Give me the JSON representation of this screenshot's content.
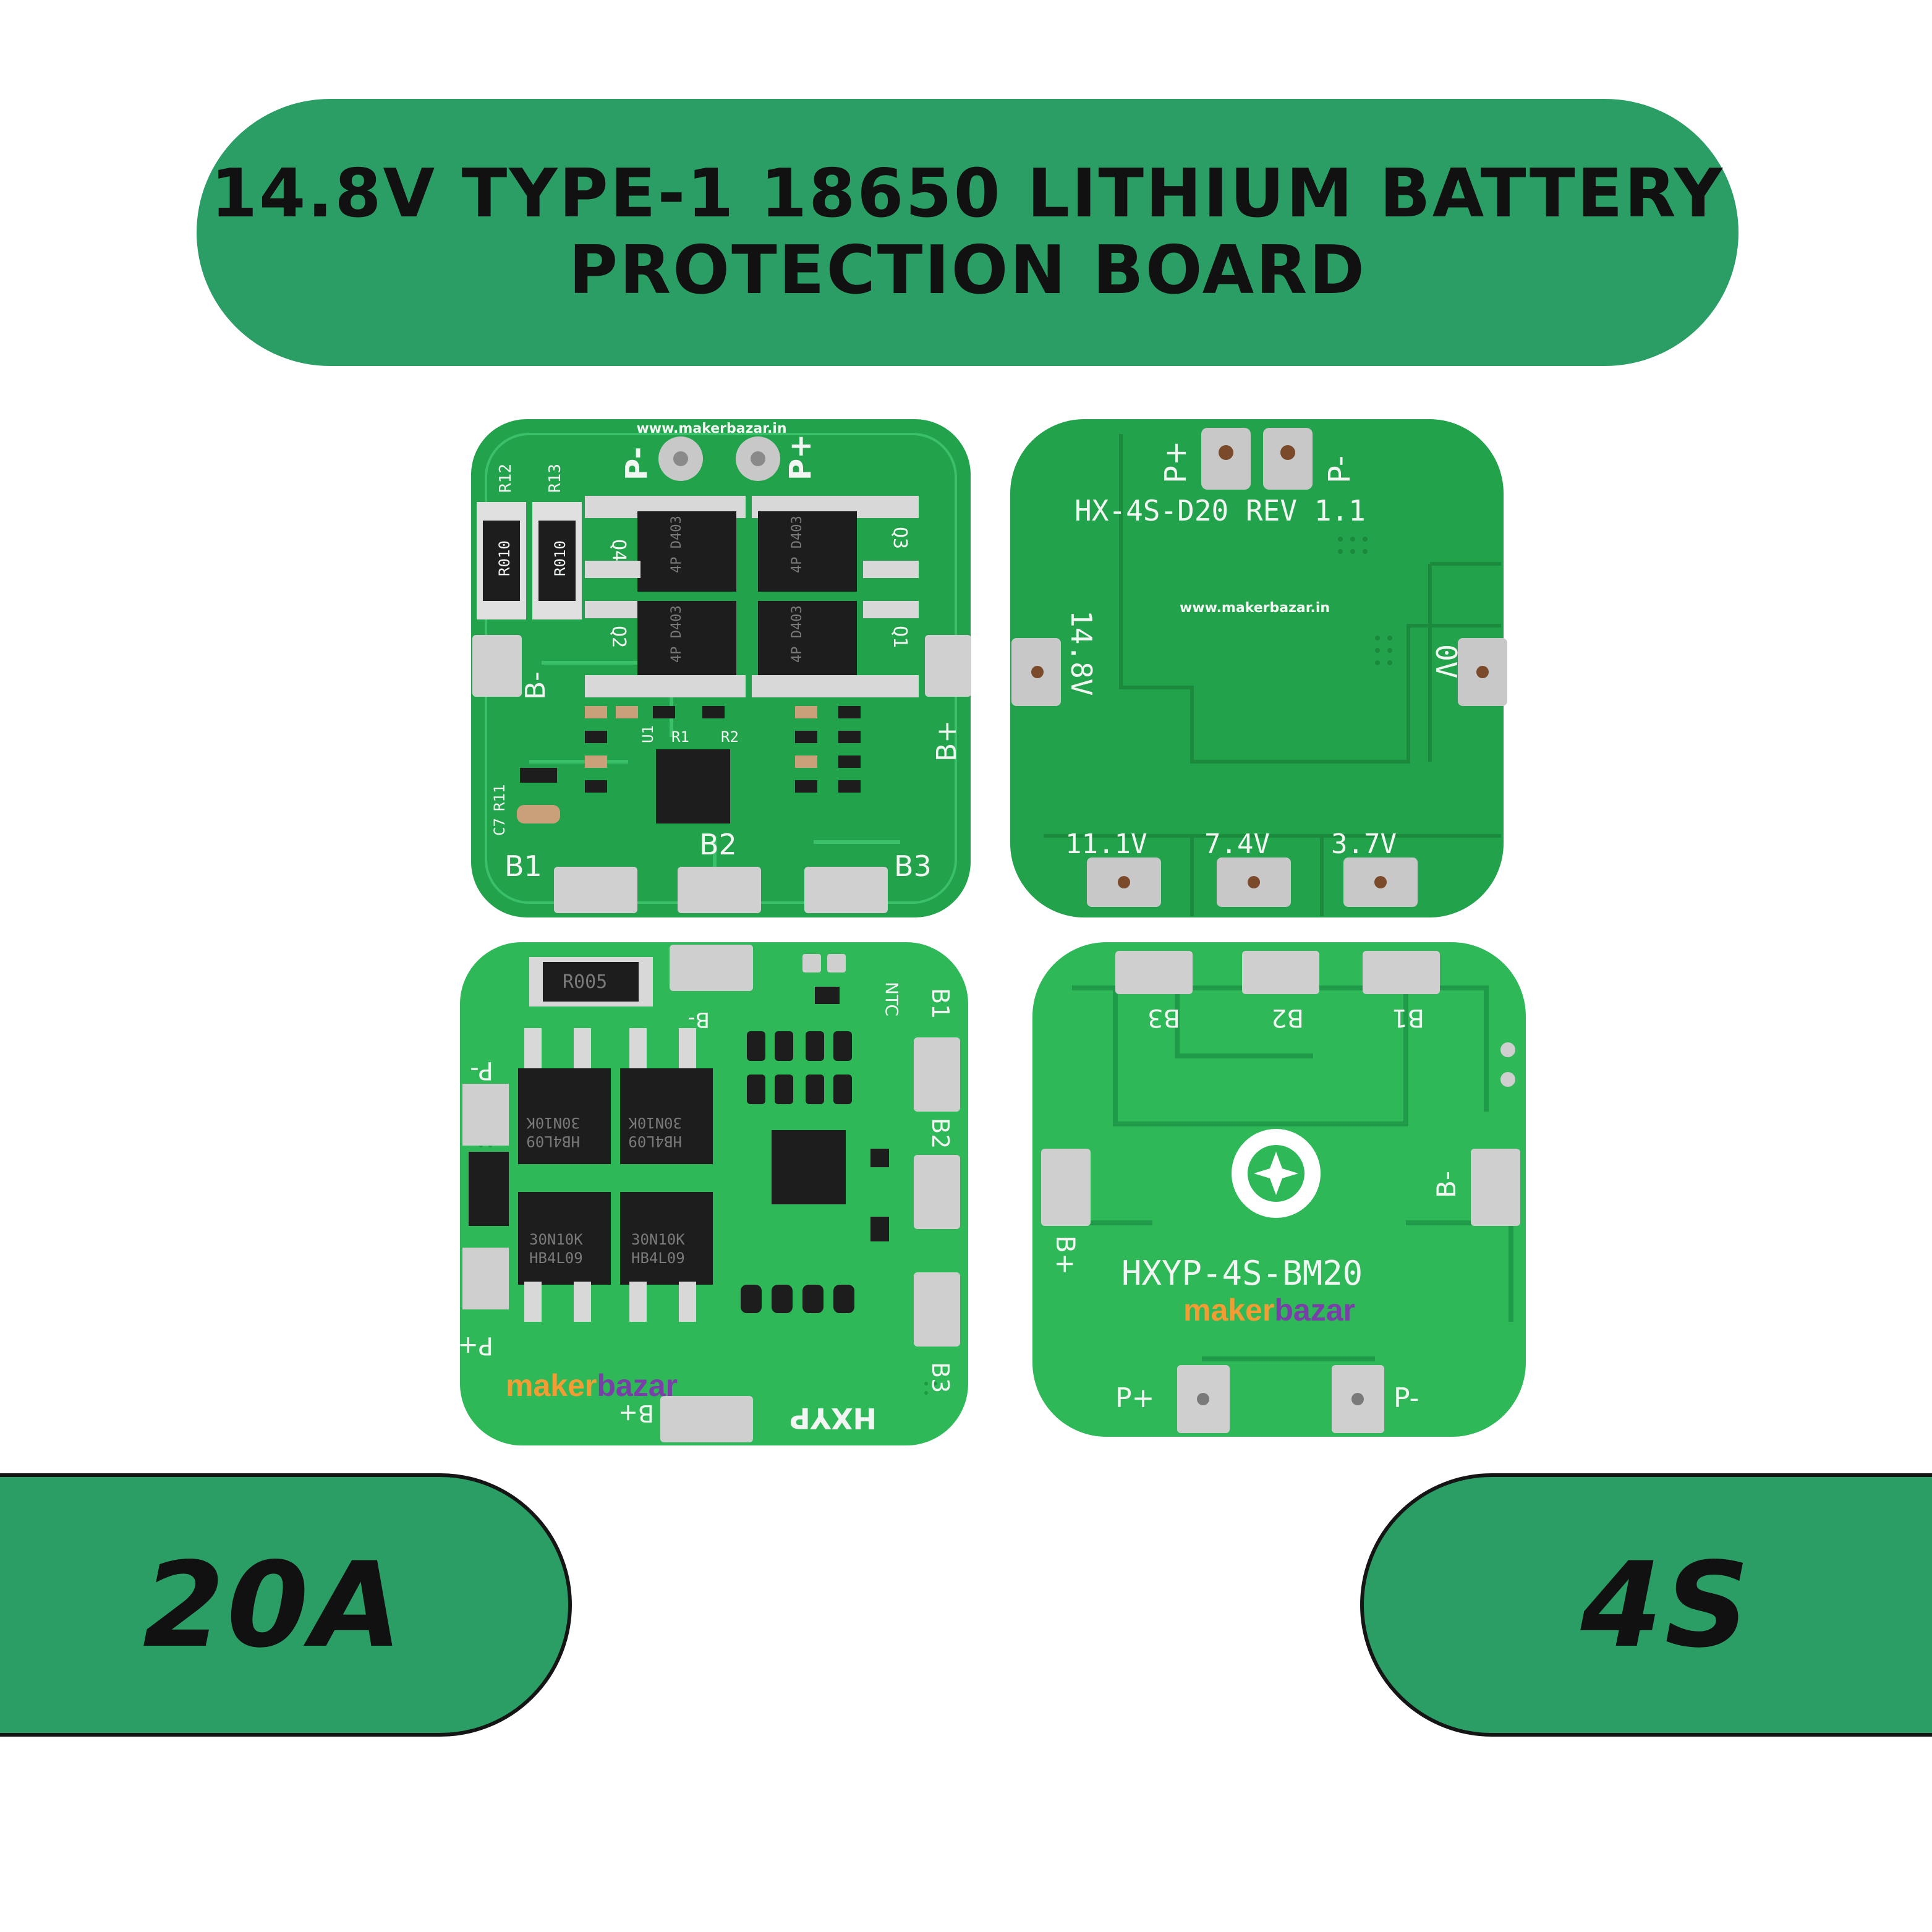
{
  "header": {
    "title_line1": "14.8V TYPE-1 18650 LITHIUM BATTERY",
    "title_line2": "PROTECTION BOARD"
  },
  "badges": {
    "current": "20A",
    "cells": "4S"
  },
  "boards": {
    "top_left": {
      "watermark": "www.makerbazar.in",
      "labels": {
        "p_minus": "P-",
        "p_plus": "P+",
        "r12": "R12",
        "r13": "R13",
        "r010a": "R010",
        "r010b": "R010",
        "q4": "Q4",
        "q3": "Q3",
        "q2": "Q2",
        "q1": "Q1",
        "b_minus": "B-",
        "b_plus": "B+",
        "b1": "B1",
        "b2": "B2",
        "b3": "B3",
        "r11": "R11",
        "c7": "C7",
        "u1": "U1",
        "r1": "R1",
        "r2": "R2",
        "mosfet": "4P D403"
      }
    },
    "top_right": {
      "model": "HX-4S-D20 REV 1.1",
      "watermark": "www.makerbazar.in",
      "labels": {
        "p_plus": "P+",
        "p_minus": "P-",
        "v148": "14.8V",
        "v0": "0V",
        "v111": "11.1V",
        "v74": "7.4V",
        "v37": "3.7V"
      }
    },
    "bottom_left": {
      "brand": "HXYP",
      "watermark_maker": "maker",
      "watermark_bazar": "bazar",
      "labels": {
        "r005": "R005",
        "ntc": "NTC",
        "b_minus": "B-",
        "b_plus": "B+",
        "p_minus": "P-",
        "p_plus": "P+",
        "b1": "B1",
        "b2": "B2",
        "b3": "B3",
        "mosfet_top": "HB4L09",
        "mosfet_top2": "30N10K",
        "mosfet_bot": "30N10K",
        "mosfet_bot2": "HB4L09"
      }
    },
    "bottom_right": {
      "model": "HXYP-4S-BM20",
      "watermark_maker": "maker",
      "watermark_bazar": "bazar",
      "labels": {
        "b3": "B3",
        "b2": "B2",
        "b1": "B1",
        "b_plus": "B+",
        "b_minus": "B-",
        "p_plus": "P+",
        "p_minus": "P-"
      }
    }
  },
  "colors": {
    "pill_green": "#2a9e65",
    "pcb_green": "#22a24a",
    "pcb_green_light": "#2fb858",
    "pad_silver": "#c8c8c8",
    "chip_black": "#1d1d1d",
    "watermark_orange": "#f39c34",
    "watermark_purple": "#7a3ea8"
  }
}
